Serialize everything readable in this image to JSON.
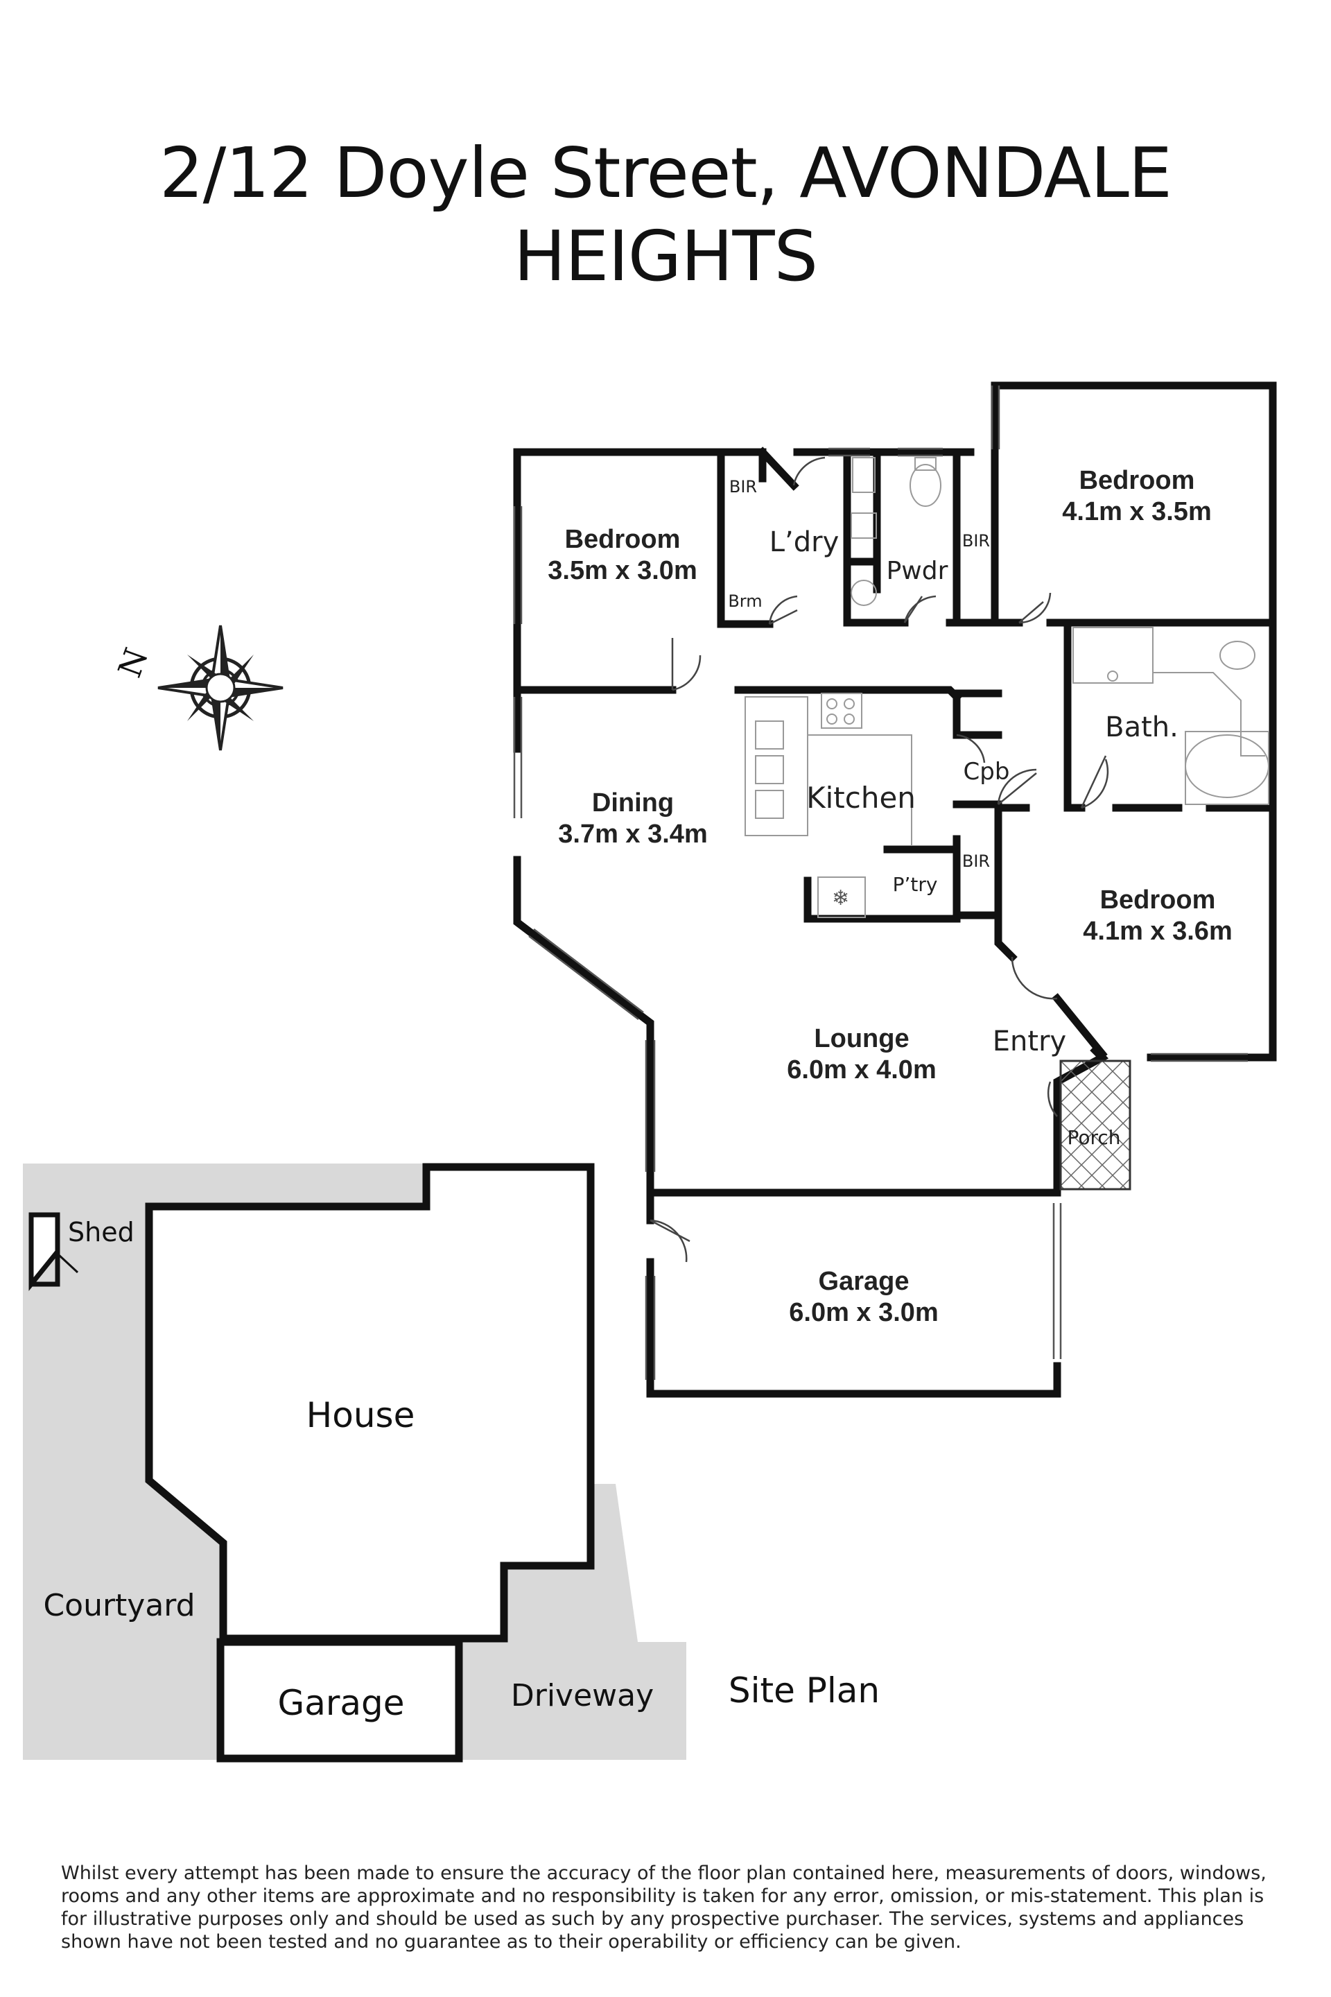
{
  "title": "2/12 Doyle Street, AVONDALE HEIGHTS",
  "compass": {
    "label": "N",
    "icon": "compass-rose-icon"
  },
  "rooms": {
    "bedroom_left": {
      "name": "Bedroom",
      "size": "3.5m x 3.0m"
    },
    "bedroom_top_right": {
      "name": "Bedroom",
      "size": "4.1m x 3.5m"
    },
    "bedroom_right": {
      "name": "Bedroom",
      "size": "4.1m x 3.6m"
    },
    "dining": {
      "name": "Dining",
      "size": "3.7m x 3.4m"
    },
    "lounge": {
      "name": "Lounge",
      "size": "6.0m x 4.0m"
    },
    "garage": {
      "name": "Garage",
      "size": "6.0m x 3.0m"
    },
    "kitchen": "Kitchen",
    "laundry": "L’dry",
    "powder": "Pwdr",
    "bath": "Bath.",
    "cupboard": "Cpb",
    "pantry": "P’try",
    "entry": "Entry",
    "porch": "Porch",
    "bir_1": "BIR",
    "bir_2": "BIR",
    "bir_3": "BIR",
    "broom": "Brm"
  },
  "site_plan": {
    "heading": "Site Plan",
    "shed": "Shed",
    "house": "House",
    "courtyard": "Courtyard",
    "garage": "Garage",
    "driveway": "Driveway"
  },
  "colors": {
    "wall": "#111111",
    "site_shade": "#d9d9d9",
    "fixture": "#b8b8b8"
  },
  "disclaimer": "Whilst every attempt has been made to ensure the accuracy of the floor plan contained here, measurements of doors, windows, rooms and any other items are approximate and no responsibility is taken for any error, omission, or mis-statement. This plan is for illustrative purposes only and should be used as such by any prospective purchaser. The services, systems and appliances shown have not been tested and no guarantee as to their operability or efficiency can be given."
}
